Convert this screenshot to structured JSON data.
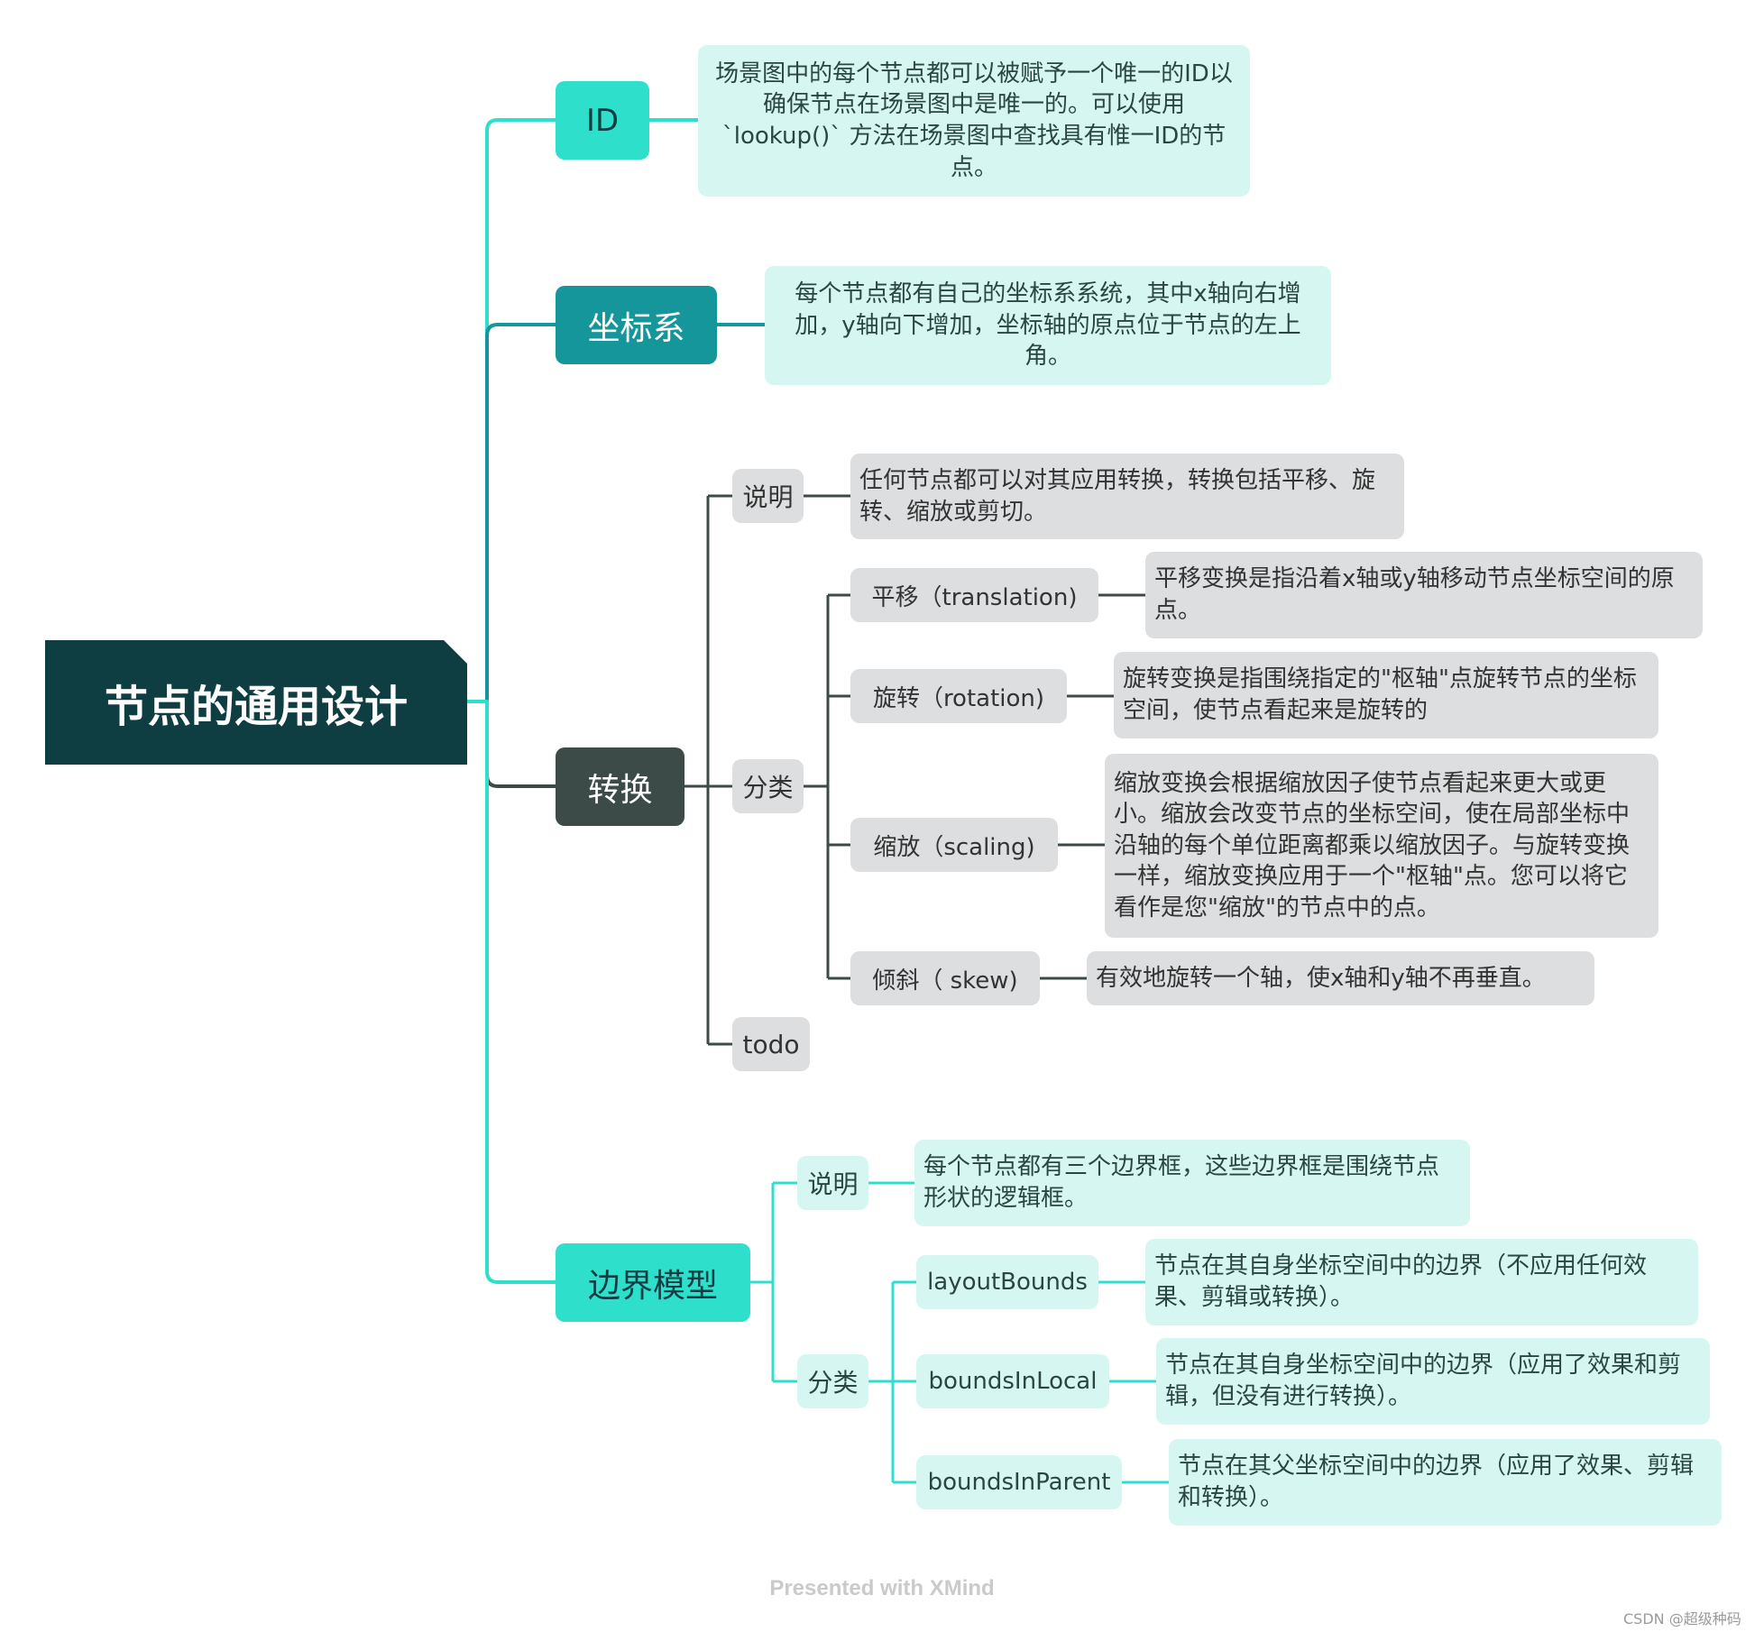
{
  "root": {
    "label": "节点的通用设计"
  },
  "branches": {
    "id": {
      "label": "ID",
      "note": "场景图中的每个节点都可以被赋予一个唯一的ID以确保节点在场景图中是唯一的。可以使用`lookup()` 方法在场景图中查找具有惟一ID的节点。"
    },
    "coordinate": {
      "label": "坐标系",
      "note": "每个节点都有自己的坐标系系统，其中x轴向右增加，y轴向下增加，坐标轴的原点位于节点的左上角。"
    },
    "transform": {
      "label": "转换",
      "desc_label": "说明",
      "desc_note": "任何节点都可以对其应用转换，转换包括平移、旋转、缩放或剪切。",
      "cat_label": "分类",
      "todo_label": "todo",
      "items": [
        {
          "label": "平移（translation)",
          "note": "平移变换是指沿着x轴或y轴移动节点坐标空间的原点。"
        },
        {
          "label": "旋转（rotation)",
          "note": "旋转变换是指围绕指定的\"枢轴\"点旋转节点的坐标空间，使节点看起来是旋转的"
        },
        {
          "label": "缩放（scaling)",
          "note": "缩放变换会根据缩放因子使节点看起来更大或更小。缩放会改变节点的坐标空间，使在局部坐标中沿轴的每个单位距离都乘以缩放因子。与旋转变换一样，缩放变换应用于一个\"枢轴\"点。您可以将它看作是您\"缩放\"的节点中的点。"
        },
        {
          "label": "倾斜（ skew)",
          "note": "有效地旋转一个轴，使x轴和y轴不再垂直。"
        }
      ]
    },
    "bounds": {
      "label": "边界模型",
      "desc_label": "说明",
      "desc_note": "每个节点都有三个边界框，这些边界框是围绕节点形状的逻辑框。",
      "cat_label": "分类",
      "items": [
        {
          "label": "layoutBounds",
          "note": "节点在其自身坐标空间中的边界（不应用任何效果、剪辑或转换）。"
        },
        {
          "label": "boundsInLocal",
          "note": "节点在其自身坐标空间中的边界（应用了效果和剪辑，但没有进行转换）。"
        },
        {
          "label": "boundsInParent",
          "note": "节点在其父坐标空间中的边界（应用了效果、剪辑和转换）。"
        }
      ]
    }
  },
  "footer": "Presented with XMind",
  "watermark": "CSDN @超级种码",
  "colors": {
    "root": "#0e3d42",
    "id_branch": "#2ee0cc",
    "coordinate_branch": "#15969a",
    "transform_branch": "#3c4a48",
    "bounds_branch": "#2ee0cc",
    "mint_note": "#d6f7f1",
    "grey_note": "#dcdedf"
  }
}
